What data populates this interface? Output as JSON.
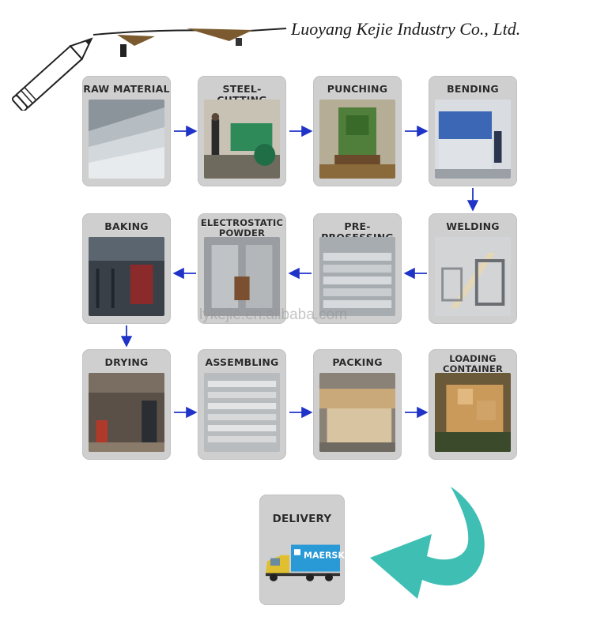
{
  "header": {
    "company": "Luoyang Kejie Industry Co., Ltd."
  },
  "watermark": "lykejie.en.alibaba.com",
  "steps": [
    {
      "label": "RAW MATERIAL"
    },
    {
      "label": "STEEL-CUTTING"
    },
    {
      "label": "PUNCHING"
    },
    {
      "label": "BENDING"
    },
    {
      "label": "WELDING"
    },
    {
      "label": "PRE-PROSESSING"
    },
    {
      "label": "ELECTROSTATIC\nPOWDER SPRAYING"
    },
    {
      "label": "BAKING"
    },
    {
      "label": "DRYING"
    },
    {
      "label": "ASSEMBLING"
    },
    {
      "label": "PACKING"
    },
    {
      "label": "LOADING\nCONTAINER"
    },
    {
      "label": "DELIVERY"
    }
  ],
  "delivery_truck": {
    "brand": "MAERSK"
  },
  "colors": {
    "flow_arrow": "#2033c8",
    "return_arrow": "#3fbfb4",
    "card": "#cfcfcf"
  }
}
